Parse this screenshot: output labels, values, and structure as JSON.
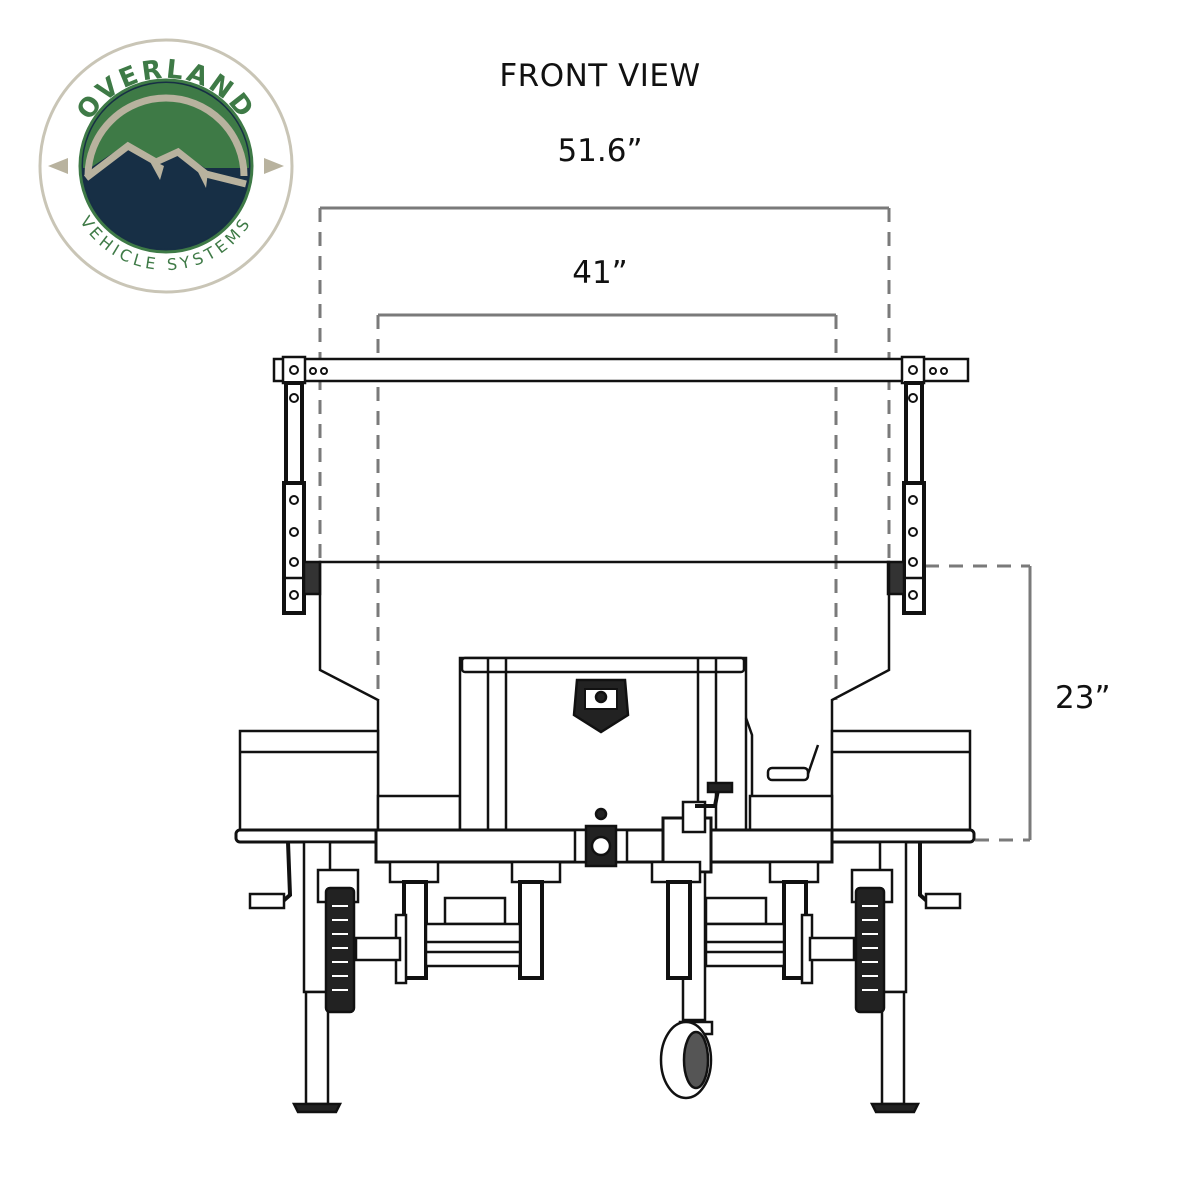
{
  "header": {
    "title": "FRONT VIEW"
  },
  "logo": {
    "line1": "OVERLAND",
    "line2": "VEHICLE SYSTEMS",
    "colors": {
      "green": "#3e7a46",
      "navy": "#172f45",
      "tan": "#b8b29e",
      "ring": "#c9c5b6"
    }
  },
  "dimensions": {
    "overall_width": "51.6”",
    "inner_width": "41”",
    "height": "23”"
  },
  "colors": {
    "dimension_line": "#7a7a7a",
    "drawing_line": "#111111"
  }
}
